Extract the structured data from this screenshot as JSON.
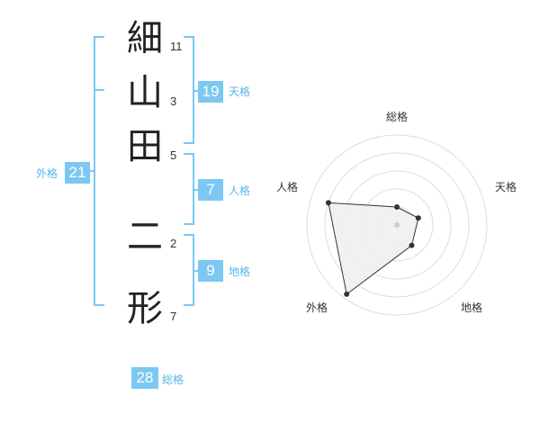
{
  "name": {
    "characters": [
      {
        "char": "細",
        "strokes": "11"
      },
      {
        "char": "山",
        "strokes": "3"
      },
      {
        "char": "田",
        "strokes": "5"
      },
      {
        "char": "二",
        "strokes": "2"
      },
      {
        "char": "形",
        "strokes": "7"
      }
    ]
  },
  "fortune": {
    "tenkaku": {
      "value": "19",
      "label": "天格"
    },
    "jinkaku": {
      "value": "7",
      "label": "人格"
    },
    "chikaku": {
      "value": "9",
      "label": "地格"
    },
    "gaikaku": {
      "value": "21",
      "label": "外格"
    },
    "soukaku": {
      "value": "28",
      "label": "総格"
    }
  },
  "colors": {
    "accent": "#7cc8f2",
    "accent_text": "#5ab6e8",
    "radar_fill": "#efefef",
    "radar_ring": "#dddddd",
    "marker": "#333333"
  },
  "chart_data": {
    "type": "radar",
    "axes": [
      "総格",
      "天格",
      "地格",
      "外格",
      "人格"
    ],
    "values": [
      0.2,
      0.25,
      0.28,
      0.95,
      0.8
    ],
    "range": [
      0,
      1
    ],
    "rings": 5
  }
}
